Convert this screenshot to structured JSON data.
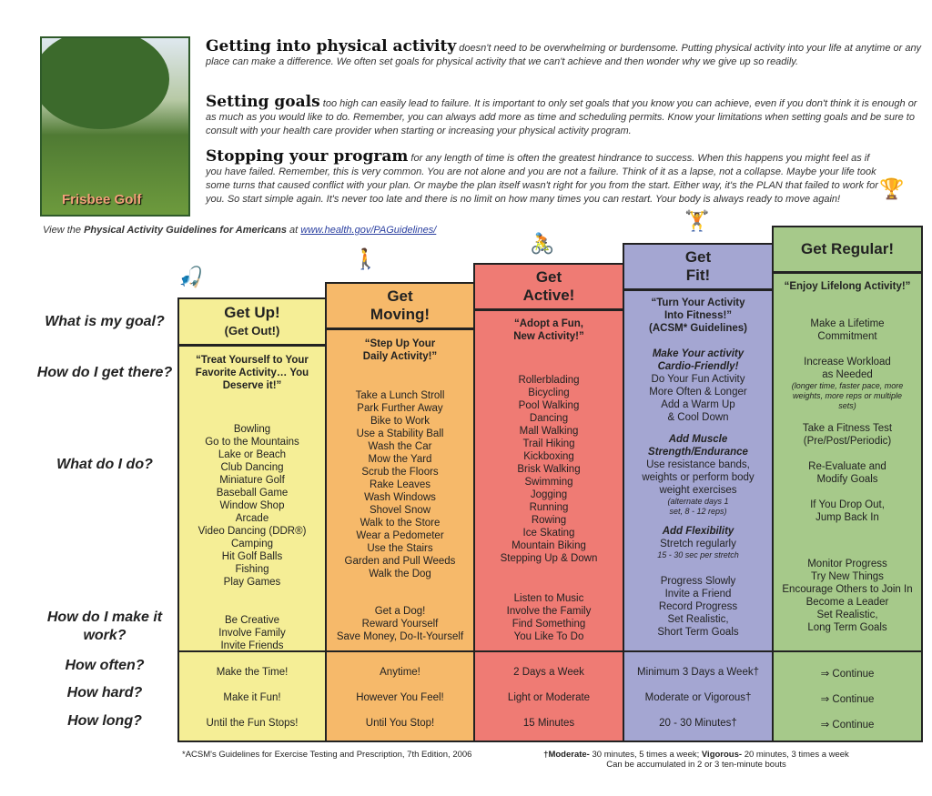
{
  "photo": {
    "caption": "Frisbee Golf"
  },
  "intro": [
    {
      "heading": "Getting into physical activity",
      "text": "doesn't need to be overwhelming or burdensome.  Putting physical activity into your life at anytime or any place can make a difference.  We often set goals for physical activity that we can't achieve and then wonder why we give up so readily."
    },
    {
      "heading": "Setting goals",
      "text": "too high can easily lead to failure.  It is important to only set goals that you know you can achieve, even if you don't think it is enough or as much as you would like to do.  Remember, you can always add more as time and scheduling permits. Know your limitations when setting goals and be sure to consult with your health care provider when starting or increasing your physical activity program."
    },
    {
      "heading": "Stopping your program",
      "text": "for any length of time is often the greatest hindrance to success.  When this happens you might feel as if you have failed.  Remember, this is very common.  You are not alone and you are not a failure.  Think of it as a lapse, not a collapse.  Maybe your life took some turns that caused conflict with your plan.  Or maybe the plan itself wasn't right for you from the start.  Either way, it's the PLAN that failed to work for you.  So start simple again.  It's never too late and there is no limit on how many times you can restart.  Your body is always ready to move again!"
    }
  ],
  "guide": {
    "prefix": "View the ",
    "title": "Physical Activity Guidelines for Americans",
    "mid": " at ",
    "link": "www.health.gov/PAGuidelines/"
  },
  "row_labels": [
    "What is my goal?",
    "How do I get there?",
    "What do I do?",
    "How do I make it work?",
    "How often?",
    "How hard?",
    "How long?"
  ],
  "colors": {
    "yellow": "#f5ee96",
    "orange": "#f6b96a",
    "red": "#ef7b74",
    "purple": "#a4a6d2",
    "green": "#a6c98a"
  },
  "columns": [
    {
      "title": "Get Up!",
      "subtitle": "(Get Out!)",
      "quote": "“Treat Yourself to Your Favorite Activity… You Deserve it!”",
      "activities": [
        "Bowling",
        "Go to the Mountains",
        "Lake or Beach",
        "Club Dancing",
        "Miniature Golf",
        "Baseball Game",
        "Window Shop",
        "Arcade",
        "Video Dancing (DDR®)",
        "Camping",
        "Hit Golf Balls",
        "Fishing",
        "Play Games"
      ],
      "tips": [
        "Be Creative",
        "Involve Family",
        "Invite Friends"
      ],
      "often": "Make the Time!",
      "hard": "Make it Fun!",
      "long": "Until the Fun Stops!"
    },
    {
      "title": "Get Moving!",
      "quote": "“Step Up Your Daily Activity!”",
      "activities": [
        "Take a Lunch Stroll",
        "Park Further Away",
        "Bike to Work",
        "Use a Stability Ball",
        "Wash the Car",
        "Mow the Yard",
        "Scrub the Floors",
        "Rake Leaves",
        "Wash Windows",
        "Shovel Snow",
        "Walk to the Store",
        "Wear a Pedometer",
        "Use the Stairs",
        "Garden and Pull Weeds",
        "Walk the Dog"
      ],
      "tips": [
        "Get a Dog!",
        "Reward Yourself",
        "Save Money, Do-It-Yourself"
      ],
      "often": "Anytime!",
      "hard": "However You Feel!",
      "long": "Until You Stop!"
    },
    {
      "title": "Get Active!",
      "quote": "“Adopt a Fun, New Activity!”",
      "activities": [
        "Rollerblading",
        "Bicycling",
        "Pool Walking",
        "Dancing",
        "Mall Walking",
        "Trail Hiking",
        "Kickboxing",
        "Brisk Walking",
        "Swimming",
        "Jogging",
        "Running",
        "Rowing",
        "Ice Skating",
        "Mountain Biking",
        "Stepping Up & Down"
      ],
      "tips": [
        "Listen to Music",
        "Involve the Family",
        "Find Something",
        "You Like To Do"
      ],
      "often": "2 Days a Week",
      "hard": "Light or Moderate",
      "long": "15 Minutes"
    },
    {
      "title": "Get Fit!",
      "quote": "“Turn Your Activity Into Fitness!”",
      "quote2": "(ACSM* Guidelines)",
      "cardio_h": "Make Your activity Cardio-Friendly!",
      "cardio": [
        "Do Your Fun Activity",
        "More Often & Longer",
        "Add a Warm Up",
        "& Cool Down"
      ],
      "muscle_h": "Add Muscle Strength/Endurance",
      "muscle": "Use resistance bands, weights or perform body weight exercises",
      "muscle_note": "(alternate days 1 set, 8 - 12 reps)",
      "flex_h": "Add Flexibility",
      "flex": "Stretch regularly",
      "flex_note": "15 - 30 sec per stretch",
      "tips": [
        "Progress Slowly",
        "Invite a Friend",
        "Record Progress",
        "Set Realistic,",
        "Short Term Goals"
      ],
      "often": "Minimum 3 Days a Week†",
      "hard": "Moderate or Vigorous†",
      "long": "20 - 30 Minutes†"
    },
    {
      "title": "Get Regular!",
      "quote": "“Enjoy Lifelong Activity!”",
      "goal": "Make a Lifetime Commitment",
      "workload": "Increase Workload as Needed",
      "workload_note": "(longer time, faster pace, more weights, more reps or multiple sets)",
      "test": "Take a Fitness Test (Pre/Post/Periodic)",
      "reeval": "Re-Evaluate and Modify Goals",
      "drop": "If You Drop Out, Jump Back In",
      "tips": [
        "Monitor Progress",
        "Try New Things",
        "Encourage Others to Join In",
        "Become a Leader",
        "Set Realistic,",
        "Long Term Goals"
      ],
      "often": "⇒  Continue",
      "hard": "⇒  Continue",
      "long": "⇒  Continue"
    }
  ],
  "footer": {
    "acsm": "*ACSM's Guidelines for Exercise Testing and Prescription,  7th Edition, 2006",
    "mod_label": "†Moderate-",
    "mod": " 30 minutes, 5 times a week; ",
    "vig_label": "Vigorous-",
    "vig": " 20 minutes, 3 times a week",
    "accum": "Can be accumulated in 2 or 3 ten-minute bouts"
  }
}
